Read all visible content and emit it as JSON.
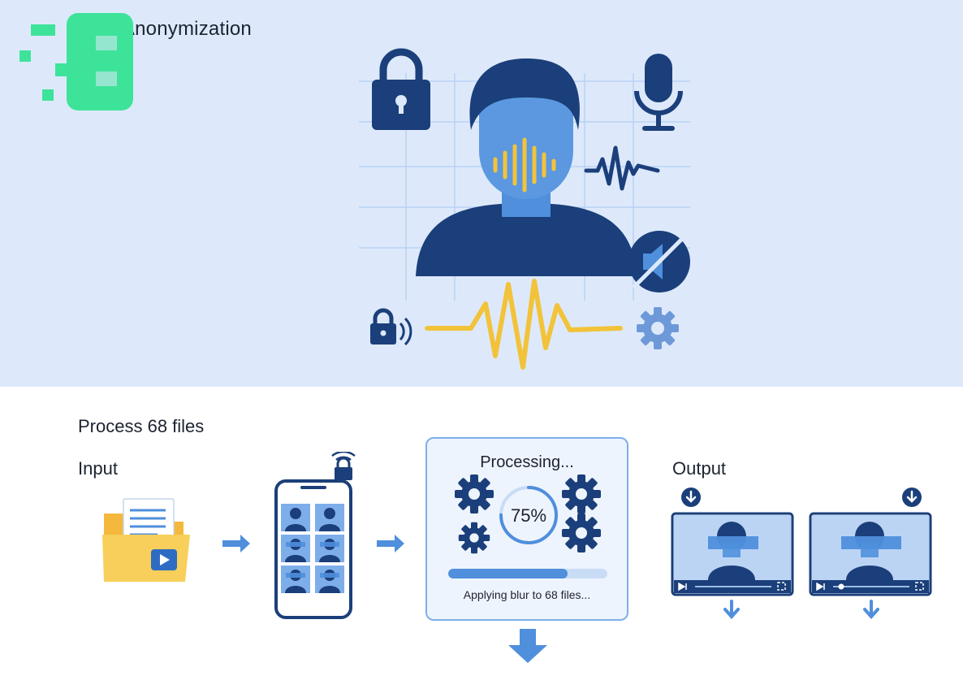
{
  "app": {
    "title": "Audio Anonymization"
  },
  "process": {
    "title": "Process 68 files",
    "input_label": "Input",
    "output_label": "Output",
    "processing_title": "Processing...",
    "progress_percent": 75,
    "progress_text": "75%",
    "status_text": "Applying blur to 68 files..."
  },
  "icons": {
    "hero": [
      "lock-icon",
      "microphone-icon",
      "soundwave-icon",
      "mute-icon",
      "wireless-lock-icon",
      "gear-icon",
      "person-icon"
    ],
    "flow": [
      "folder-video-icon",
      "phone-gallery-icon",
      "gear-icon",
      "download-icon",
      "arrow-right-icon",
      "arrow-down-icon"
    ]
  },
  "colors": {
    "hero_bg": "#dde9fb",
    "navy": "#1b3f7a",
    "accent_blue": "#4f8fdc",
    "wave_yellow": "#f2c33a",
    "logo_green": "#3ee39a"
  }
}
